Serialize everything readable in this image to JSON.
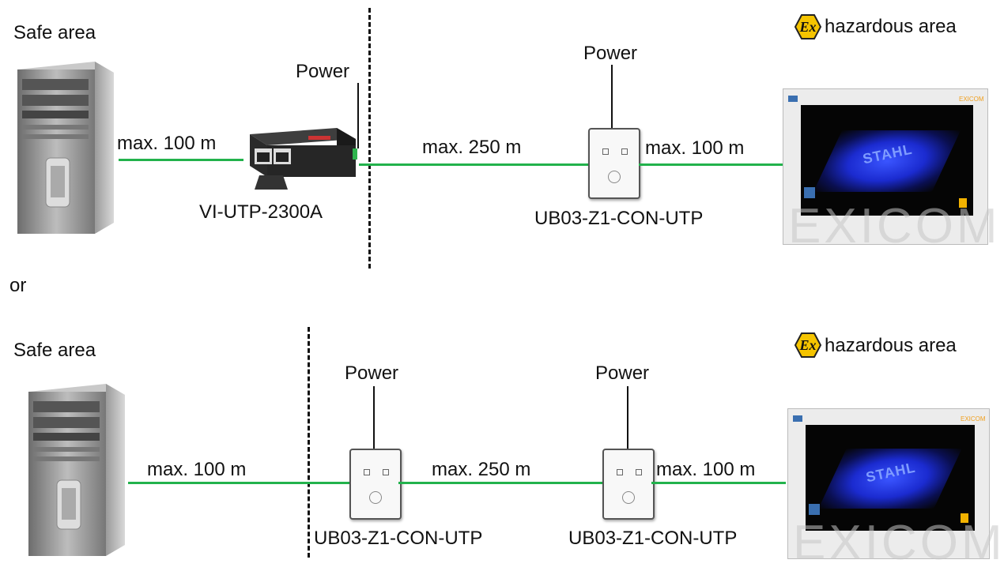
{
  "top": {
    "safe_area": "Safe area",
    "hazardous_area": "hazardous area",
    "power_switch": "Power",
    "power_ub": "Power",
    "len_pc_switch": "max. 100 m",
    "len_switch_ub": "max. 250 m",
    "len_ub_panel": "max. 100 m",
    "switch_model": "VI-UTP-2300A",
    "ub_model": "UB03-Z1-CON-UTP"
  },
  "separator": "or",
  "bottom": {
    "safe_area": "Safe area",
    "hazardous_area": "hazardous area",
    "power_ub1": "Power",
    "power_ub2": "Power",
    "len_pc_ub": "max. 100 m",
    "len_ub_ub": "max. 250 m",
    "len_ub_panel": "max. 100 m",
    "ub1_model": "UB03-Z1-CON-UTP",
    "ub2_model": "UB03-Z1-CON-UTP"
  },
  "panel": {
    "brand_logo": "EXICOM",
    "screen_text": "STAHL",
    "corner_tag": "EXICOM",
    "badge": "STAHL"
  },
  "colors": {
    "cable": "#22b24c",
    "ex_yellow": "#f5c400",
    "screen_blue": "#1b2bd0"
  },
  "icons": [
    "ex-hazard-icon",
    "pc-tower-icon",
    "ethernet-switch-icon",
    "wall-box-icon",
    "panel-pc-icon"
  ]
}
